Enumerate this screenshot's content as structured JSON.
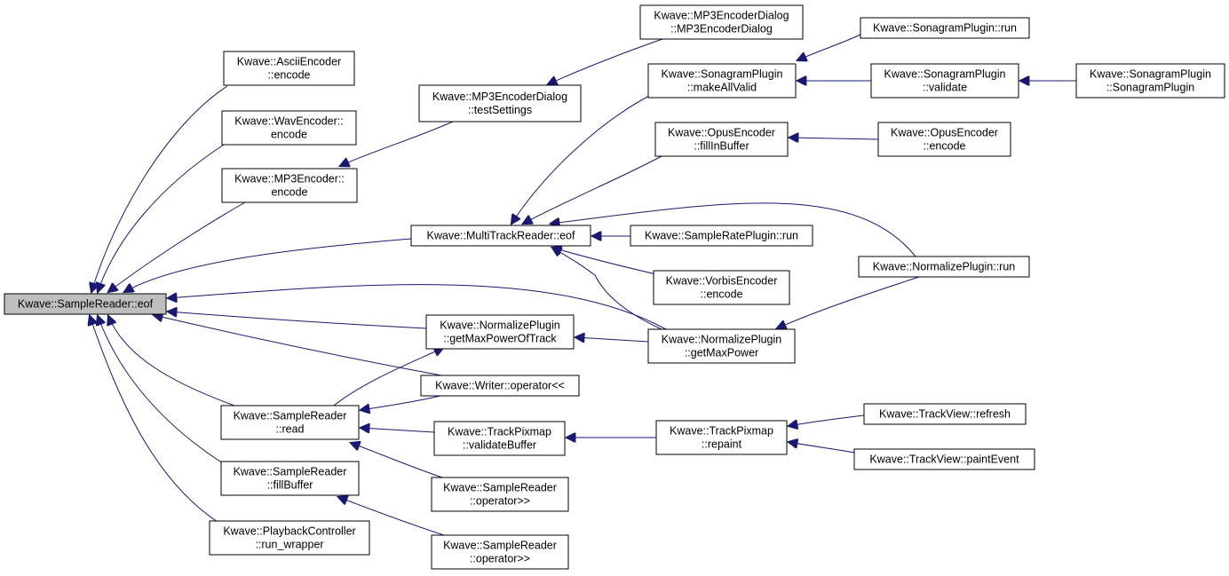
{
  "colors": {
    "edge": "#191970",
    "node_border": "#000000",
    "node_fill": "#ffffff",
    "root_fill": "#bfbfbf"
  },
  "nodes": {
    "root": [
      "Kwave::SampleReader::eof"
    ],
    "ascii": [
      "Kwave::AsciiEncoder",
      "::encode"
    ],
    "wav": [
      "Kwave::WavEncoder::",
      "encode"
    ],
    "mp3enc": [
      "Kwave::MP3Encoder::",
      "encode"
    ],
    "mtr": [
      "Kwave::MultiTrackReader::eof"
    ],
    "npgmt": [
      "Kwave::NormalizePlugin",
      "::getMaxPowerOfTrack"
    ],
    "writer": [
      "Kwave::Writer::operator<<"
    ],
    "srread": [
      "Kwave::SampleReader",
      "::read"
    ],
    "tpvb": [
      "Kwave::TrackPixmap",
      "::validateBuffer"
    ],
    "srop1": [
      "Kwave::SampleReader",
      "::operator>>"
    ],
    "srfill": [
      "Kwave::SampleReader",
      "::fillBuffer"
    ],
    "srop2": [
      "Kwave::SampleReader",
      "::operator>>"
    ],
    "pbc": [
      "Kwave::PlaybackController",
      "::run_wrapper"
    ],
    "mp3ts": [
      "Kwave::MP3EncoderDialog",
      "::testSettings"
    ],
    "mp3dlg": [
      "Kwave::MP3EncoderDialog",
      "::MP3EncoderDialog"
    ],
    "sonmav": [
      "Kwave::SonagramPlugin",
      "::makeAllValid"
    ],
    "opusfill": [
      "Kwave::OpusEncoder",
      "::fillInBuffer"
    ],
    "srprun": [
      "Kwave::SampleRatePlugin::run"
    ],
    "vorbis": [
      "Kwave::VorbisEncoder",
      "::encode"
    ],
    "npgmp": [
      "Kwave::NormalizePlugin",
      "::getMaxPower"
    ],
    "tprepaint": [
      "Kwave::TrackPixmap",
      "::repaint"
    ],
    "sonrun": [
      "Kwave::SonagramPlugin::run"
    ],
    "sonval": [
      "Kwave::SonagramPlugin",
      "::validate"
    ],
    "opusenc": [
      "Kwave::OpusEncoder",
      "::encode"
    ],
    "nprun": [
      "Kwave::NormalizePlugin::run"
    ],
    "tvrefresh": [
      "Kwave::TrackView::refresh"
    ],
    "tvpaint": [
      "Kwave::TrackView::paintEvent"
    ],
    "sonctor": [
      "Kwave::SonagramPlugin",
      "::SonagramPlugin"
    ]
  },
  "edges": [
    [
      "ascii",
      "root"
    ],
    [
      "wav",
      "root"
    ],
    [
      "mp3enc",
      "root"
    ],
    [
      "mtr",
      "root"
    ],
    [
      "npgmt",
      "root"
    ],
    [
      "writer",
      "root"
    ],
    [
      "srread",
      "root"
    ],
    [
      "srfill",
      "root"
    ],
    [
      "pbc",
      "root"
    ],
    [
      "npgmp",
      "root"
    ],
    [
      "mp3ts",
      "mp3enc"
    ],
    [
      "mp3dlg",
      "mp3ts"
    ],
    [
      "sonmav",
      "mtr"
    ],
    [
      "opusfill",
      "mtr"
    ],
    [
      "srprun",
      "mtr"
    ],
    [
      "vorbis",
      "mtr"
    ],
    [
      "npgmp",
      "mtr"
    ],
    [
      "nprun",
      "mtr"
    ],
    [
      "srread",
      "npgmt"
    ],
    [
      "npgmp",
      "npgmt"
    ],
    [
      "writer",
      "srread"
    ],
    [
      "tpvb",
      "srread"
    ],
    [
      "srop1",
      "srread"
    ],
    [
      "srop2",
      "srfill"
    ],
    [
      "tprepaint",
      "tpvb"
    ],
    [
      "sonrun",
      "sonmav"
    ],
    [
      "sonval",
      "sonmav"
    ],
    [
      "sonctor",
      "sonval"
    ],
    [
      "opusenc",
      "opusfill"
    ],
    [
      "nprun",
      "npgmp"
    ],
    [
      "tvrefresh",
      "tprepaint"
    ],
    [
      "tvpaint",
      "tprepaint"
    ]
  ]
}
